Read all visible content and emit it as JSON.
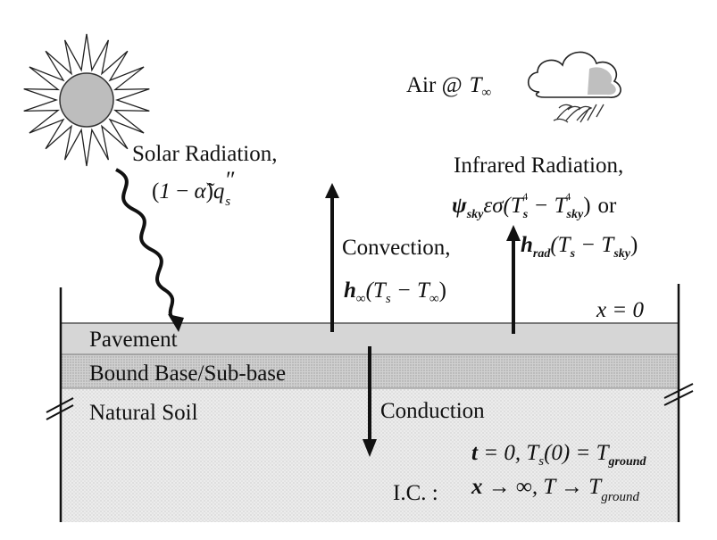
{
  "labels": {
    "air": "Air @",
    "air_sym": "T",
    "air_sub": "∞",
    "solar_title": "Solar Radiation,",
    "solar_open": "(",
    "solar_one": "1",
    "solar_minus": " − ",
    "solar_alpha": "α̃",
    "solar_close": ")",
    "solar_q": "q",
    "solar_prime": "″",
    "solar_sub": "s",
    "infrared_title": "Infrared Radiation,",
    "ir_psi": "ψ",
    "ir_psi_sub": "sky",
    "ir_eps": "εσ(T",
    "ir_s_sub": "s",
    "ir_pow1": "4",
    "ir_minus": " − T",
    "ir_sky_sub": "sky",
    "ir_pow2": "4",
    "ir_close": ")",
    "ir_or": "or",
    "ir_h": "h",
    "ir_h_sub": "rad",
    "ir_h_open": "(T",
    "ir_h_s_sub": "s",
    "ir_h_minus": " − T",
    "ir_h_sky_sub": "sky",
    "ir_h_close": ")",
    "convection_title": "Convection,",
    "conv_h": "h",
    "conv_h_sub": "∞",
    "conv_open": "(T",
    "conv_s_sub": "s",
    "conv_minus": " − T",
    "conv_inf_sub": "∞",
    "conv_close": ")",
    "x_eq": "x = 0",
    "pavement": "Pavement",
    "base": "Bound Base/Sub-base",
    "soil": "Natural Soil",
    "conduction": "Conduction",
    "ic_label": "I.C.  :",
    "ic1_t": "t",
    "ic1_rest": " = 0, T",
    "ic1_s_sub": "s",
    "ic1_paren": "(0) = T",
    "ic1_ground_sub": "ground",
    "ic2_x": "x",
    "ic2_rest": " → ∞, T → T",
    "ic2_ground_sub": "ground"
  },
  "icons": {
    "sun": "sun-icon",
    "cloud": "cloud-rain-icon"
  },
  "colors": {
    "pavement_fill": "#d4d4d4",
    "base_fill": "#c9c9c9",
    "soil_fill": "#e8e8e8",
    "sun_disc": "#b9b9b9",
    "ink": "#111111"
  }
}
